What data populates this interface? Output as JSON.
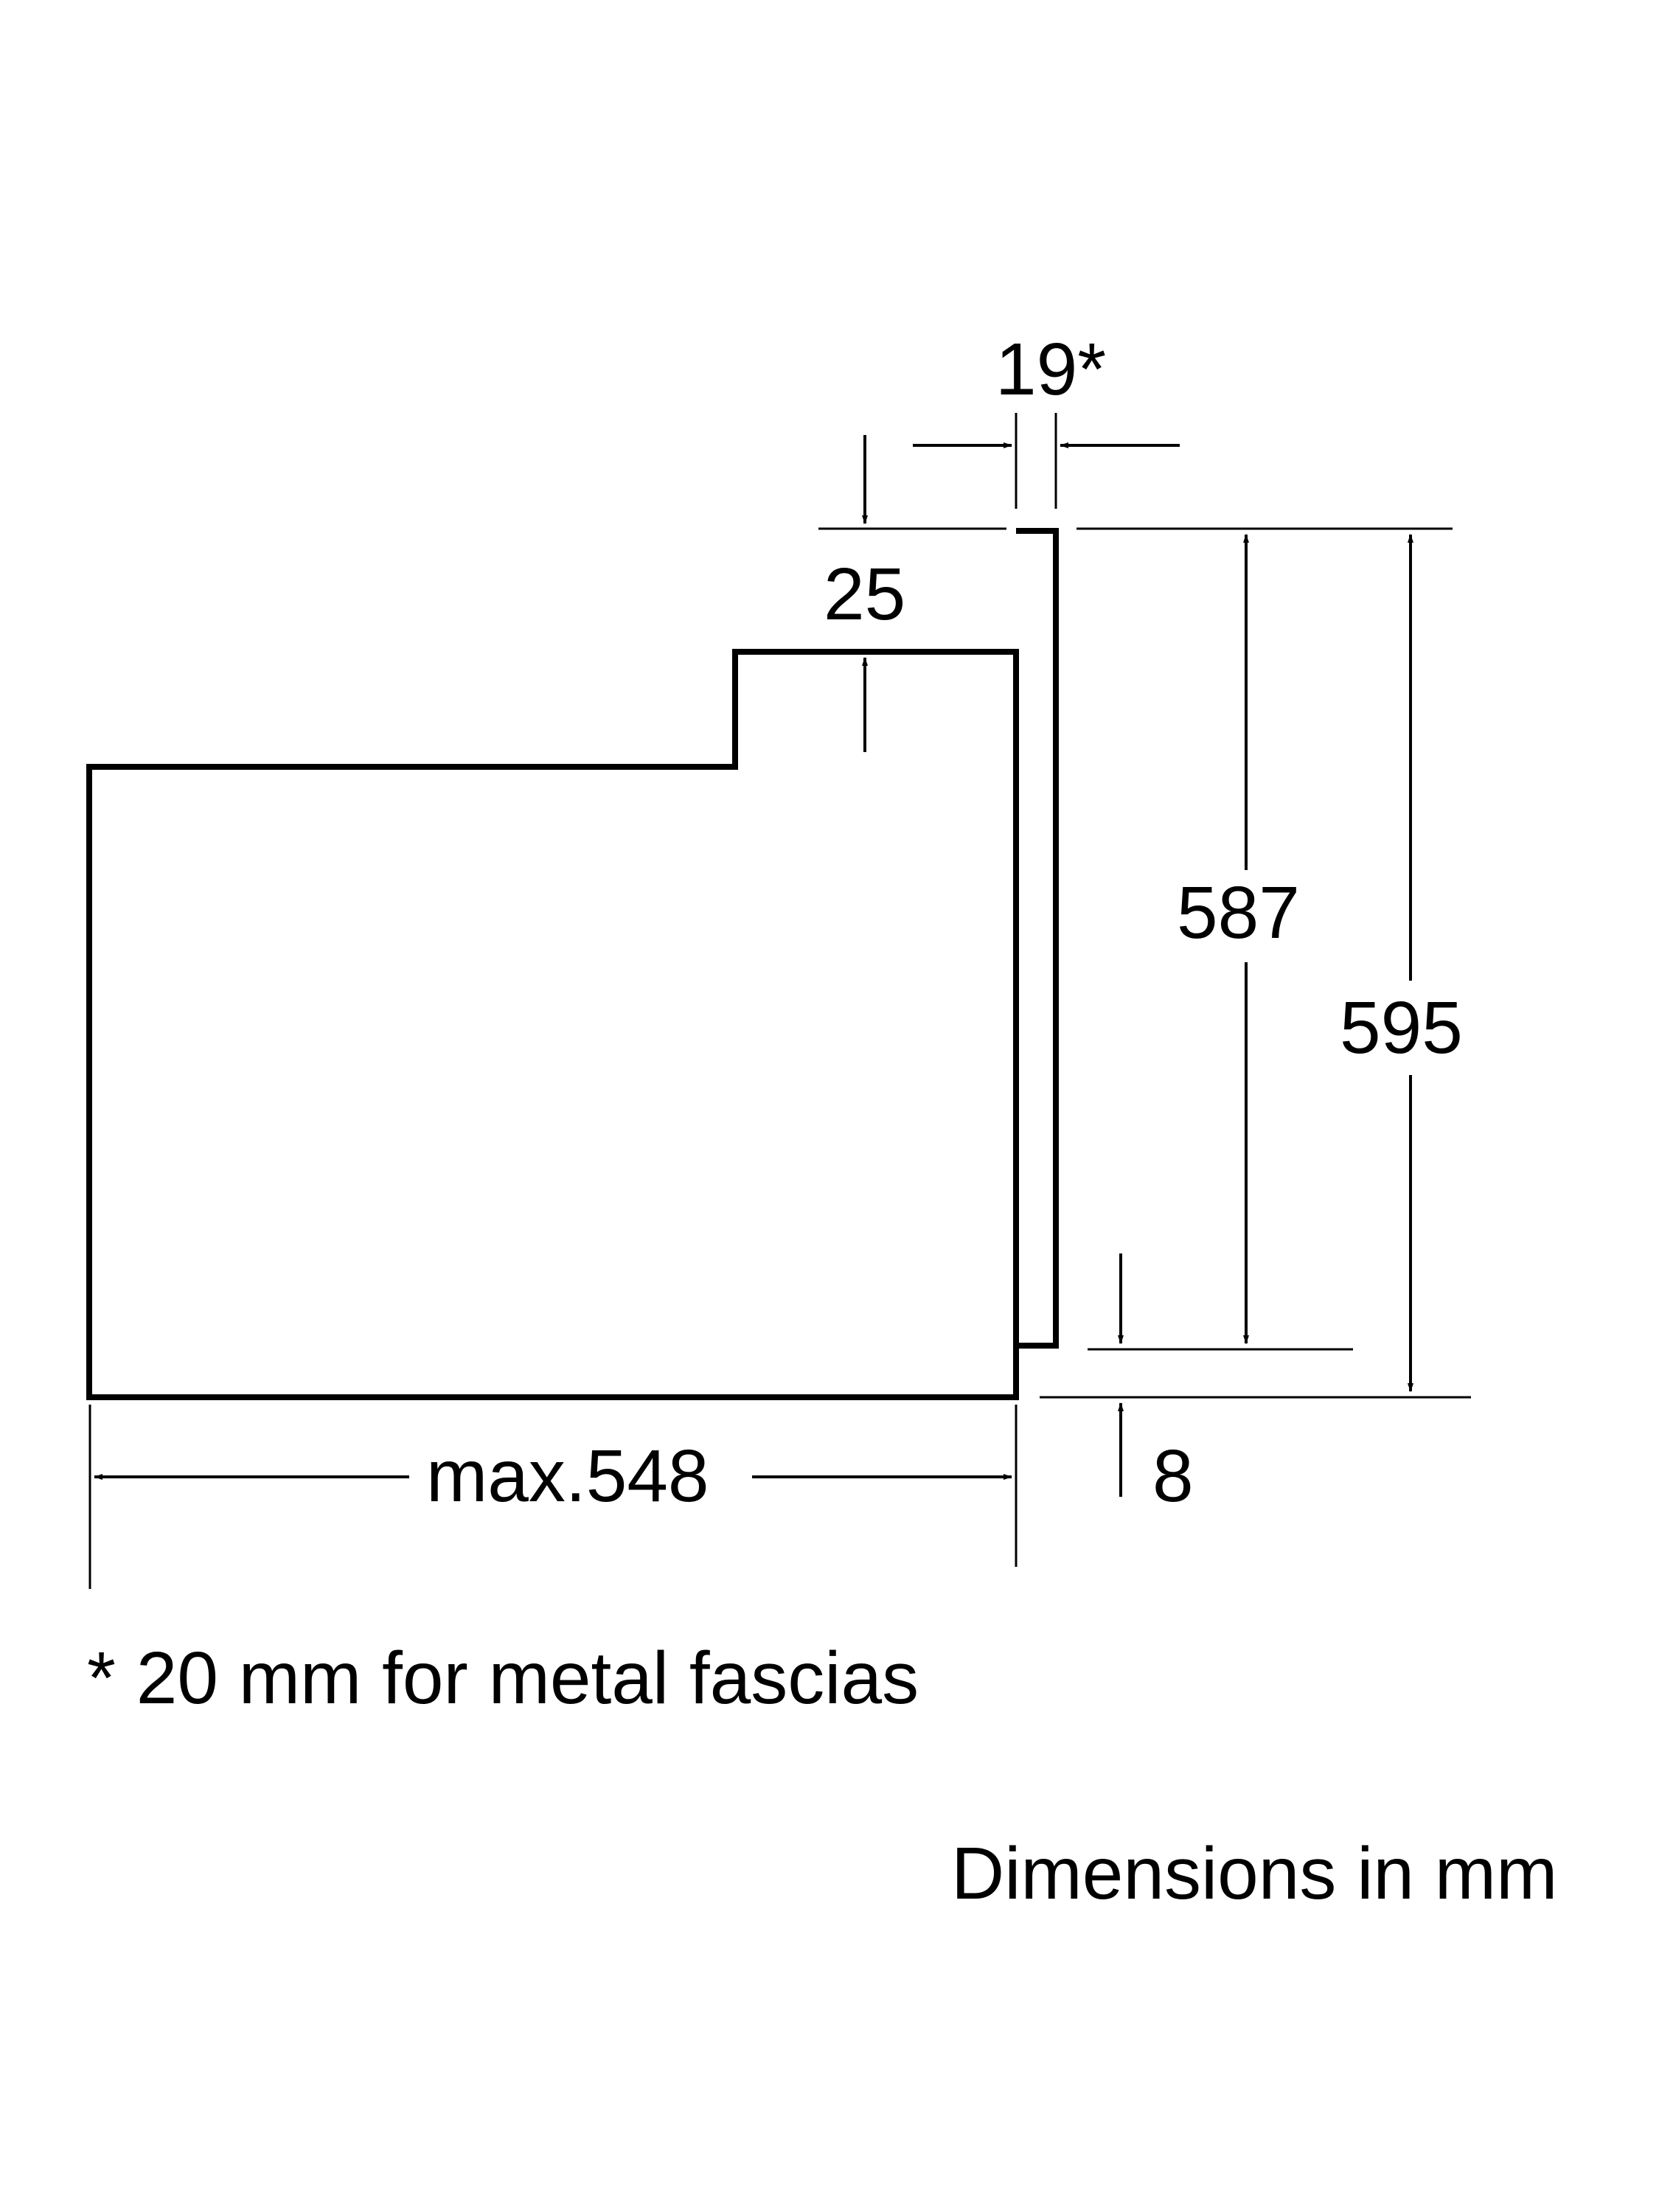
{
  "diagram": {
    "dimensions": {
      "fascia_thickness": "19*",
      "top_step": "25",
      "inner_height": "587",
      "overall_height": "595",
      "bottom_offset": "8",
      "depth": "max.548"
    },
    "footnote": "* 20 mm for metal fascias",
    "units_note": "Dimensions in mm"
  }
}
